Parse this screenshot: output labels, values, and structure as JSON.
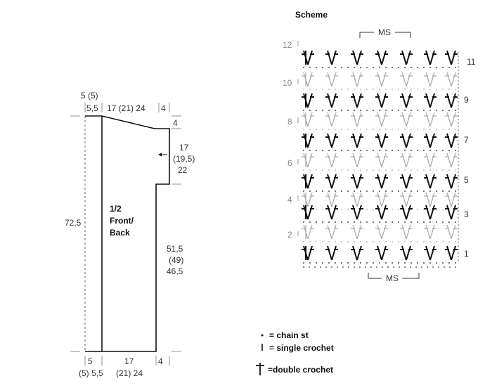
{
  "pattern": {
    "dimensions": {
      "top_left": "5 (5)",
      "top_shoulder": "5,5",
      "top_width": "17 (21) 24",
      "top_right": "4",
      "right_top": "4",
      "armhole_line1": "17",
      "armhole_line2": "(19,5)",
      "armhole_line3": "22",
      "total_height": "72,5",
      "side_line1": "51,5",
      "side_line2": "(49)",
      "side_line3": "46,5",
      "bottom_left_top": "5",
      "bottom_left": "(5) 5,5",
      "bottom_mid_top": "17",
      "bottom_mid": "(21) 24",
      "bottom_right": "4"
    },
    "piece_label": [
      "1/2",
      "Front/",
      "Back"
    ]
  },
  "scheme": {
    "title": "Scheme",
    "ms_label": "MS",
    "row_numbers_left": [
      "12",
      "10",
      "8",
      "6",
      "4",
      "2"
    ],
    "row_numbers_right": [
      "11",
      "9",
      "7",
      "5",
      "3",
      "1"
    ]
  },
  "legend": {
    "chain": "= chain st",
    "single": "= single crochet",
    "double": "=double crochet"
  }
}
